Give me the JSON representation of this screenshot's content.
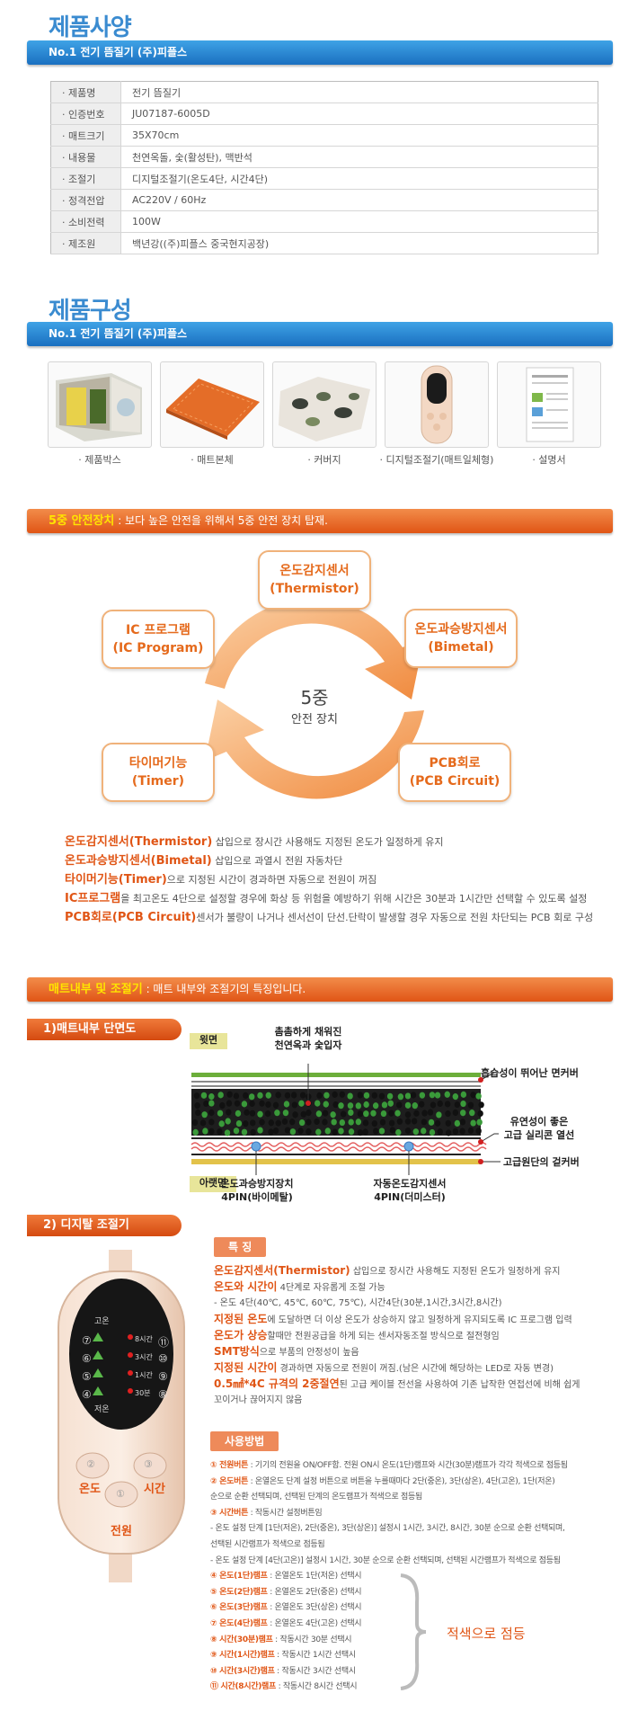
{
  "spec_section": {
    "title": "제품사양",
    "bar_label": "No.1 전기 뜸질기 (주)피플스",
    "rows": [
      {
        "key": "· 제품명",
        "value": "전기 뜸질기"
      },
      {
        "key": "· 인증번호",
        "value": "JU07187-6005D"
      },
      {
        "key": "· 매트크기",
        "value": "35X70cm"
      },
      {
        "key": "· 내용물",
        "value": "천연옥돌, 숯(활성탄), 맥반석"
      },
      {
        "key": "· 조절기",
        "value": "디지털조절기(온도4단, 시간4단)"
      },
      {
        "key": "· 정격전압",
        "value": "AC220V / 60Hz"
      },
      {
        "key": "· 소비전력",
        "value": "100W"
      },
      {
        "key": "· 제조원",
        "value": "백년강((주)피플스 중국현지공장)"
      }
    ]
  },
  "composition_section": {
    "title": "제품구성",
    "bar_label": "No.1 전기 뜸질기 (주)피플스",
    "items": [
      "· 제품박스",
      "· 매트본체",
      "· 커버지",
      "· 디지털조절기(매트일체형)",
      "· 설명서"
    ]
  },
  "safety_section": {
    "bar_title": "5중 안전장치",
    "bar_desc": ": 보다 높은 안전을 위해서 5중 안전 장치 탑재.",
    "nodes": [
      {
        "l1": "온도감지센서",
        "l2": "(Thermistor)"
      },
      {
        "l1": "온도과승방지센서",
        "l2": "(Bimetal)"
      },
      {
        "l1": "PCB회로",
        "l2": "(PCB Circuit)"
      },
      {
        "l1": "타이머기능",
        "l2": "(Timer)"
      },
      {
        "l1": "IC 프로그램",
        "l2": "(IC Program)"
      }
    ],
    "center_big": "5중",
    "center_small": "안전 장치",
    "descriptions": [
      {
        "key": "온도감지센서(Thermistor)",
        "text": " 삽입으로 장시간 사용해도 지정된 온도가 일정하게 유지"
      },
      {
        "key": "온도과승방지센서(Bimetal)",
        "text": " 삽입으로 과열시 전원 자동차단"
      },
      {
        "key": "타이머기능(Timer)",
        "text": "으로 지정된 시간이 경과하면 자동으로 전원이 꺼짐"
      },
      {
        "key": "IC프로그램",
        "text": "을 최고온도 4단으로 설정할 경우에 화상 등 위험을 예방하기 위해 시간은 30분과 1시간만 선택할 수 있도록 설정"
      },
      {
        "key": "PCB회로(PCB Circuit)",
        "text": "센서가 불량이 나거나 센서선이 단선.단락이 발생할 경우 자동으로 전원 차단되는 PCB 회로 구성"
      }
    ]
  },
  "mat_section": {
    "bar_title": "매트내부 및 조절기",
    "bar_desc": ": 매트 내부와 조절기의 특징입니다.",
    "sub1": "1)매트내부 단면도",
    "top_tag": "윗면",
    "bottom_tag": "아랫면",
    "labels": {
      "fill_1": "촘촘하게 채워진",
      "fill_2": "천연옥과 숯입자",
      "cover": "흡습성이 뛰어난 면커버",
      "heat_1": "유연성이 좋은",
      "heat_2": "고급 실리콘 열선",
      "outer": "고급원단의 겉커버",
      "bimetal_1": "온도과승방지장치",
      "bimetal_2": "4PIN(바이메탈)",
      "thermistor_1": "자동온도감지센서",
      "thermistor_2": "4PIN(더미스터)"
    }
  },
  "controller_section": {
    "sub2": "2) 디지탈 조절기",
    "device": {
      "left": [
        "고온",
        "⑦",
        "⑥",
        "⑤",
        "④",
        "저온"
      ],
      "right": [
        "8시간",
        "3시간",
        "1시간",
        "30분"
      ],
      "right_nums": [
        "⑪",
        "⑩",
        "⑨",
        "⑧"
      ],
      "btn_temp": "온도",
      "btn_time": "시간",
      "btn_power": "전원",
      "num1": "①",
      "num2": "②",
      "num3": "③"
    },
    "feature_tag": "특 징",
    "features": [
      {
        "key": "온도감지센서(Thermistor)",
        "text": " 삽입으로 장시간 사용해도 지정된 온도가 일정하게 유지"
      },
      {
        "key": "온도와 시간이",
        "text": " 4단계로 자유롭게 조절 가능"
      },
      {
        "key": "",
        "text": "  - 온도 4단(40℃, 45℃, 60℃, 75℃), 시간4단(30분,1시간,3시간,8시간)"
      },
      {
        "key": "지정된 온도",
        "text": "에 도달하면 더 이상 온도가 상승하지 않고 일정하게 유지되도록 IC 프로그램 입력"
      },
      {
        "key": "온도가 상승",
        "text": "할때만 전원공급을 하게 되는 센서자동조절 방식으로 절전형임"
      },
      {
        "key": "SMT방식",
        "text": "으로 부품의 안정성이 높음"
      },
      {
        "key": "지정된 시간이",
        "text": " 경과하면 자동으로 전원이 꺼짐.(남은 시간에 해당하는 LED로 자동 변경)"
      },
      {
        "key": "0.5㎟*4C 규격의 2중절연",
        "text": "된 고급 케이블 전선을 사용하여 기존 납작한 연접선에 비해 쉽게"
      },
      {
        "key": "",
        "text": "꼬이거나 끊어지지 않음"
      }
    ],
    "usage_tag": "사용방법",
    "usage": [
      {
        "key": "① 전원버튼",
        "text": " : 기기의 전원을 ON/OFF함. 전원 ON시 온도(1단)램프와 시간(30분)램프가 각각 적색으로 점등됨"
      },
      {
        "key": "② 온도버튼",
        "text": " : 온열온도 단계 설정 버튼으로 버튼을 누를때마다 2단(중온), 3단(상온), 4단(고온), 1단(저온)"
      },
      {
        "key": "",
        "text": "      순으로 순환 선택되며, 선택된 단계의 온도램프가 적색으로 점등됨"
      },
      {
        "key": "③ 시간버튼",
        "text": " : 작동시간 설정버튼임"
      },
      {
        "key": "",
        "text": "  - 온도 설정 단계 [1단(저온), 2단(중온), 3단(상온)] 설정시 1시간, 3시간, 8시간, 30분 순으로 순환 선택되며,"
      },
      {
        "key": "",
        "text": "      선택된 시간램프가 적색으로 점등됨"
      },
      {
        "key": "",
        "text": "  - 온도 설정 단계 [4단(고온)] 설정시 1시간, 30분 순으로 순환 선택되며, 선택된 시간램프가 적색으로 점등됨"
      },
      {
        "key": "④ 온도(1단)램프",
        "text": " : 온열온도 1단(저온) 선택시"
      },
      {
        "key": "⑤ 온도(2단)램프",
        "text": " : 온열온도 2단(중온) 선택시"
      },
      {
        "key": "⑥ 온도(3단)램프",
        "text": " : 온열온도 3단(상온) 선택시"
      },
      {
        "key": "⑦ 온도(4단)램프",
        "text": " : 온열온도 4단(고온) 선택시"
      },
      {
        "key": "⑧ 시간(30분)램프",
        "text": " : 작동시간 30분 선택시"
      },
      {
        "key": "⑨ 시간(1시간)램프",
        "text": " : 작동시간 1시간 선택시"
      },
      {
        "key": "⑩ 시간(3시간)램프",
        "text": " : 작동시간 3시간 선택시"
      },
      {
        "key": "⑪ 시간(8시간)램프",
        "text": " : 작동시간 8시간 선택시"
      }
    ],
    "brace_label": "적색으로 점등"
  },
  "colors": {
    "blue": "#2a86d4",
    "orange": "#e05515",
    "arrow": "#f5a35e"
  }
}
